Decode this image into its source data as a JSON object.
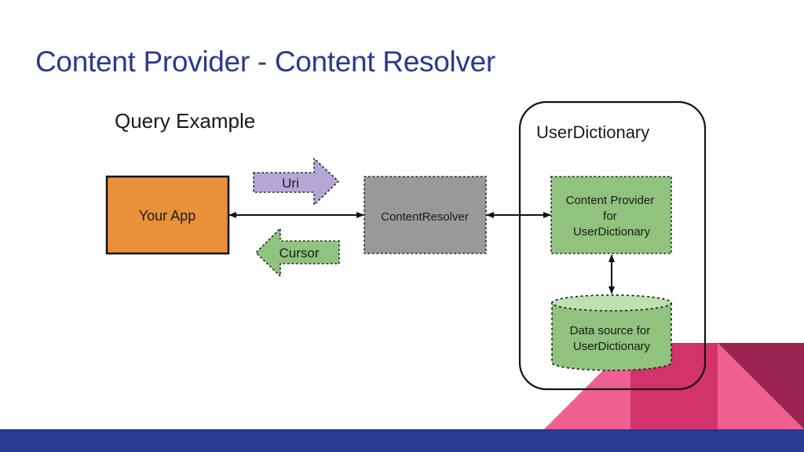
{
  "slide": {
    "title": "Content Provider - Content Resolver"
  },
  "diagram": {
    "heading": "Query Example",
    "nodes": {
      "your_app": {
        "label": "Your App",
        "color": "#e8913a"
      },
      "content_resolver": {
        "label": "ContentResolver",
        "color": "#999999"
      },
      "container": {
        "label": "UserDictionary"
      },
      "content_provider": {
        "lines": [
          "Content Provider",
          "for",
          "UserDictionary"
        ],
        "color": "#8fc37e"
      },
      "data_source": {
        "lines": [
          "Data source for",
          "UserDictionary"
        ],
        "color": "#8fc37e",
        "top_color": "#bfe0b3"
      }
    },
    "flows": {
      "uri": {
        "label": "Uri",
        "color": "#b4a7d6"
      },
      "cursor": {
        "label": "Cursor",
        "color": "#8fc37e"
      }
    }
  },
  "theme": {
    "title_color": "#2b3990",
    "bottom_bar_color": "#283a93",
    "pink_light": "#ef5f8f",
    "pink_mid": "#d2336b",
    "maroon": "#9c2450"
  }
}
